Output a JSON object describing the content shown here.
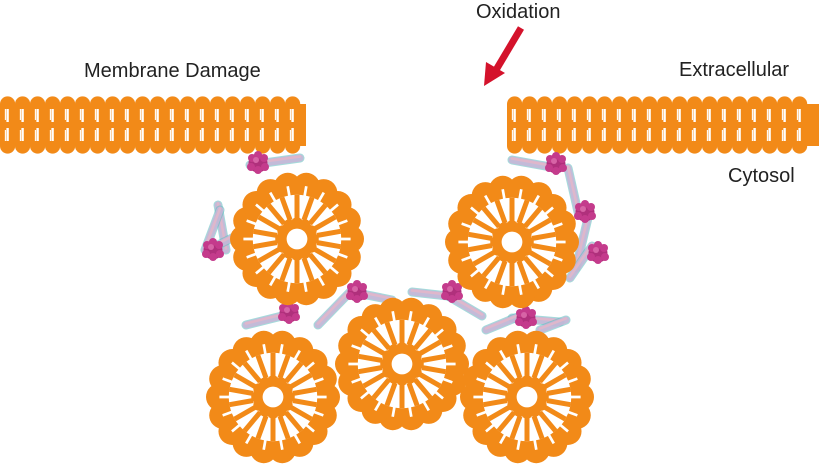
{
  "labels": {
    "oxidation": "Oxidation",
    "membrane_damage": "Membrane Damage",
    "extracellular": "Extracellular",
    "cytosol": "Cytosol"
  },
  "colors": {
    "lipid": "#f28a18",
    "arrow": "#d4122b",
    "protein_core": "#b0307c",
    "protein_arm": "#c7b8d8",
    "protein_edge": "#5bbfbf",
    "background": "#ffffff"
  },
  "icons": {
    "arrow": "red-arrow-icon",
    "vesicle": "micelle-vesicle-icon",
    "protein": "annexin-protein-icon"
  }
}
